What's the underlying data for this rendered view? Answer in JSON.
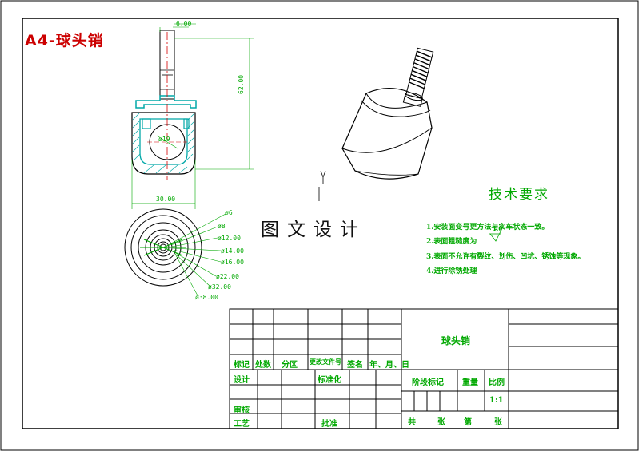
{
  "sheet_tag": "A4-球头销",
  "watermark": "图文设计",
  "tech_requirements": {
    "title": "技术要求",
    "items": [
      "1.安装面变号更方法与实车状态一致。",
      "2.表面粗糙度为",
      "3.表面不允许有裂纹、划伤、凹坑、锈蚀等现象。",
      "4.进行除锈处理"
    ],
    "roughness_value": "1.6"
  },
  "front_view_dims": {
    "top_width": "6.00",
    "height": "62.00",
    "ball_diameter": "ø19",
    "base_width": "30.00"
  },
  "top_view_dims": [
    "ø6",
    "ø8",
    "ø12.00",
    "ø14.00",
    "ø16.00",
    "ø22.00",
    "ø32.00",
    "ø38.00"
  ],
  "title_block": {
    "part_name": "球头销",
    "row_labels": [
      "标记",
      "处数",
      "分区",
      "更改文件号",
      "签名",
      "年、月、日"
    ],
    "design": "设计",
    "standardize": "标准化",
    "review": "审核",
    "process": "工艺",
    "approve": "批准",
    "stage_mark": "阶段标记",
    "weight": "重量",
    "scale": "比例",
    "scale_value": "1:1",
    "total": "共",
    "sheets": "张",
    "page": "第",
    "sheets2": "张"
  },
  "colors": {
    "line": "#000000",
    "dimension": "#00a800",
    "hatch": "#00a8a8",
    "center": "#d40000",
    "tag": "#cc0000"
  }
}
